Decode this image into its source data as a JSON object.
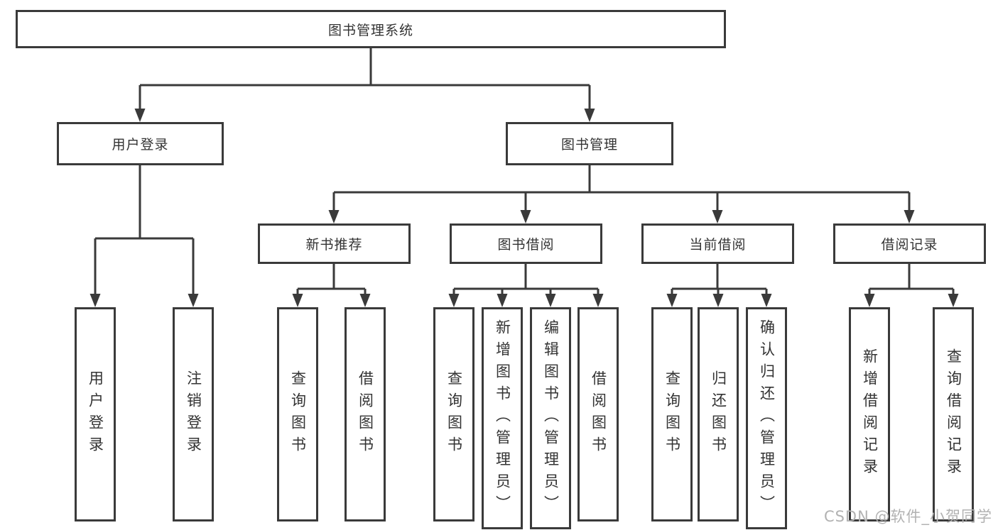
{
  "diagram": {
    "root": {
      "label": "图书管理系统"
    },
    "branches": [
      {
        "label": "用户登录",
        "children": [
          {
            "label": "用户登录"
          },
          {
            "label": "注销登录"
          }
        ]
      },
      {
        "label": "图书管理",
        "children": [
          {
            "label": "新书推荐",
            "children": [
              {
                "label": "查询图书"
              },
              {
                "label": "借阅图书"
              }
            ]
          },
          {
            "label": "图书借阅",
            "children": [
              {
                "label": "查询图书"
              },
              {
                "label": "新增图书（管理员）"
              },
              {
                "label": "编辑图书（管理员）"
              },
              {
                "label": "借阅图书"
              }
            ]
          },
          {
            "label": "当前借阅",
            "children": [
              {
                "label": "查询图书"
              },
              {
                "label": "归还图书"
              },
              {
                "label": "确认归还（管理员）"
              }
            ]
          },
          {
            "label": "借阅记录",
            "children": [
              {
                "label": "新增借阅记录"
              },
              {
                "label": "查询借阅记录"
              }
            ]
          }
        ]
      }
    ],
    "watermark": "CSDN @软件_小贺同学",
    "colors": {
      "line": "#3a3a3a",
      "text": "#333333",
      "background": "#ffffff",
      "watermark": "#b2b2b2"
    }
  }
}
